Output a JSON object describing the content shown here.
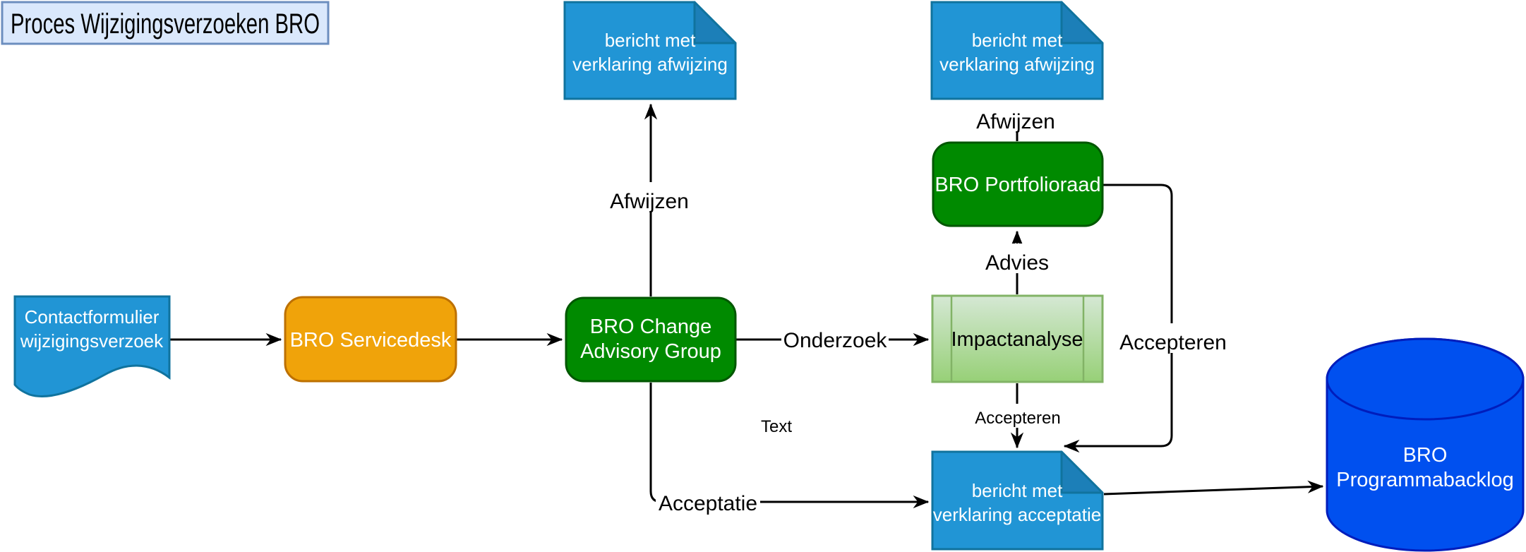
{
  "title": "Proces Wijzigingsverzoeken BRO",
  "nodes": {
    "contactformulier": {
      "line1": "Contactformulier",
      "line2": "wijzigingsverzoek"
    },
    "servicedesk": {
      "label": "BRO Servicedesk"
    },
    "change_advisory_group": {
      "line1": "BRO Change",
      "line2": "Advisory Group"
    },
    "bericht_afwijzing_links": {
      "line1": "bericht met",
      "line2": "verklaring afwijzing"
    },
    "bericht_afwijzing_rechts": {
      "line1": "bericht met",
      "line2": "verklaring afwijzing"
    },
    "portfolioraad": {
      "label": "BRO Portfolioraad"
    },
    "impactanalyse": {
      "label": "Impactanalyse"
    },
    "bericht_acceptatie": {
      "line1": "bericht met",
      "line2": "verklaring acceptatie"
    },
    "programmabacklog": {
      "line1": "BRO",
      "line2": "Programmabacklog"
    }
  },
  "edge_labels": {
    "afwijzen_cag": "Afwijzen",
    "afwijzen_portfolioraad": "Afwijzen",
    "onderzoek": "Onderzoek",
    "advies": "Advies",
    "accepteren_portfolioraad": "Accepteren",
    "accepteren_impactanalyse": "Accepteren",
    "acceptatie": "Acceptatie",
    "floating_text": "Text"
  },
  "colors": {
    "title_fill": "#DAE8FC",
    "title_border": "#6C8EBF",
    "document_fill": "#2195D5",
    "document_fold": "#1C7FB8",
    "document_border": "#10739E",
    "orange_fill": "#F0A30A",
    "orange_border": "#BD7000",
    "green_fill": "#008A00",
    "green_border": "#005700",
    "impact_fill_top": "#D5E8D4",
    "impact_fill_bottom": "#97D077",
    "impact_border": "#82B366",
    "database_fill": "#0050EF",
    "database_border": "#001DBC",
    "edge_color": "#000000"
  }
}
